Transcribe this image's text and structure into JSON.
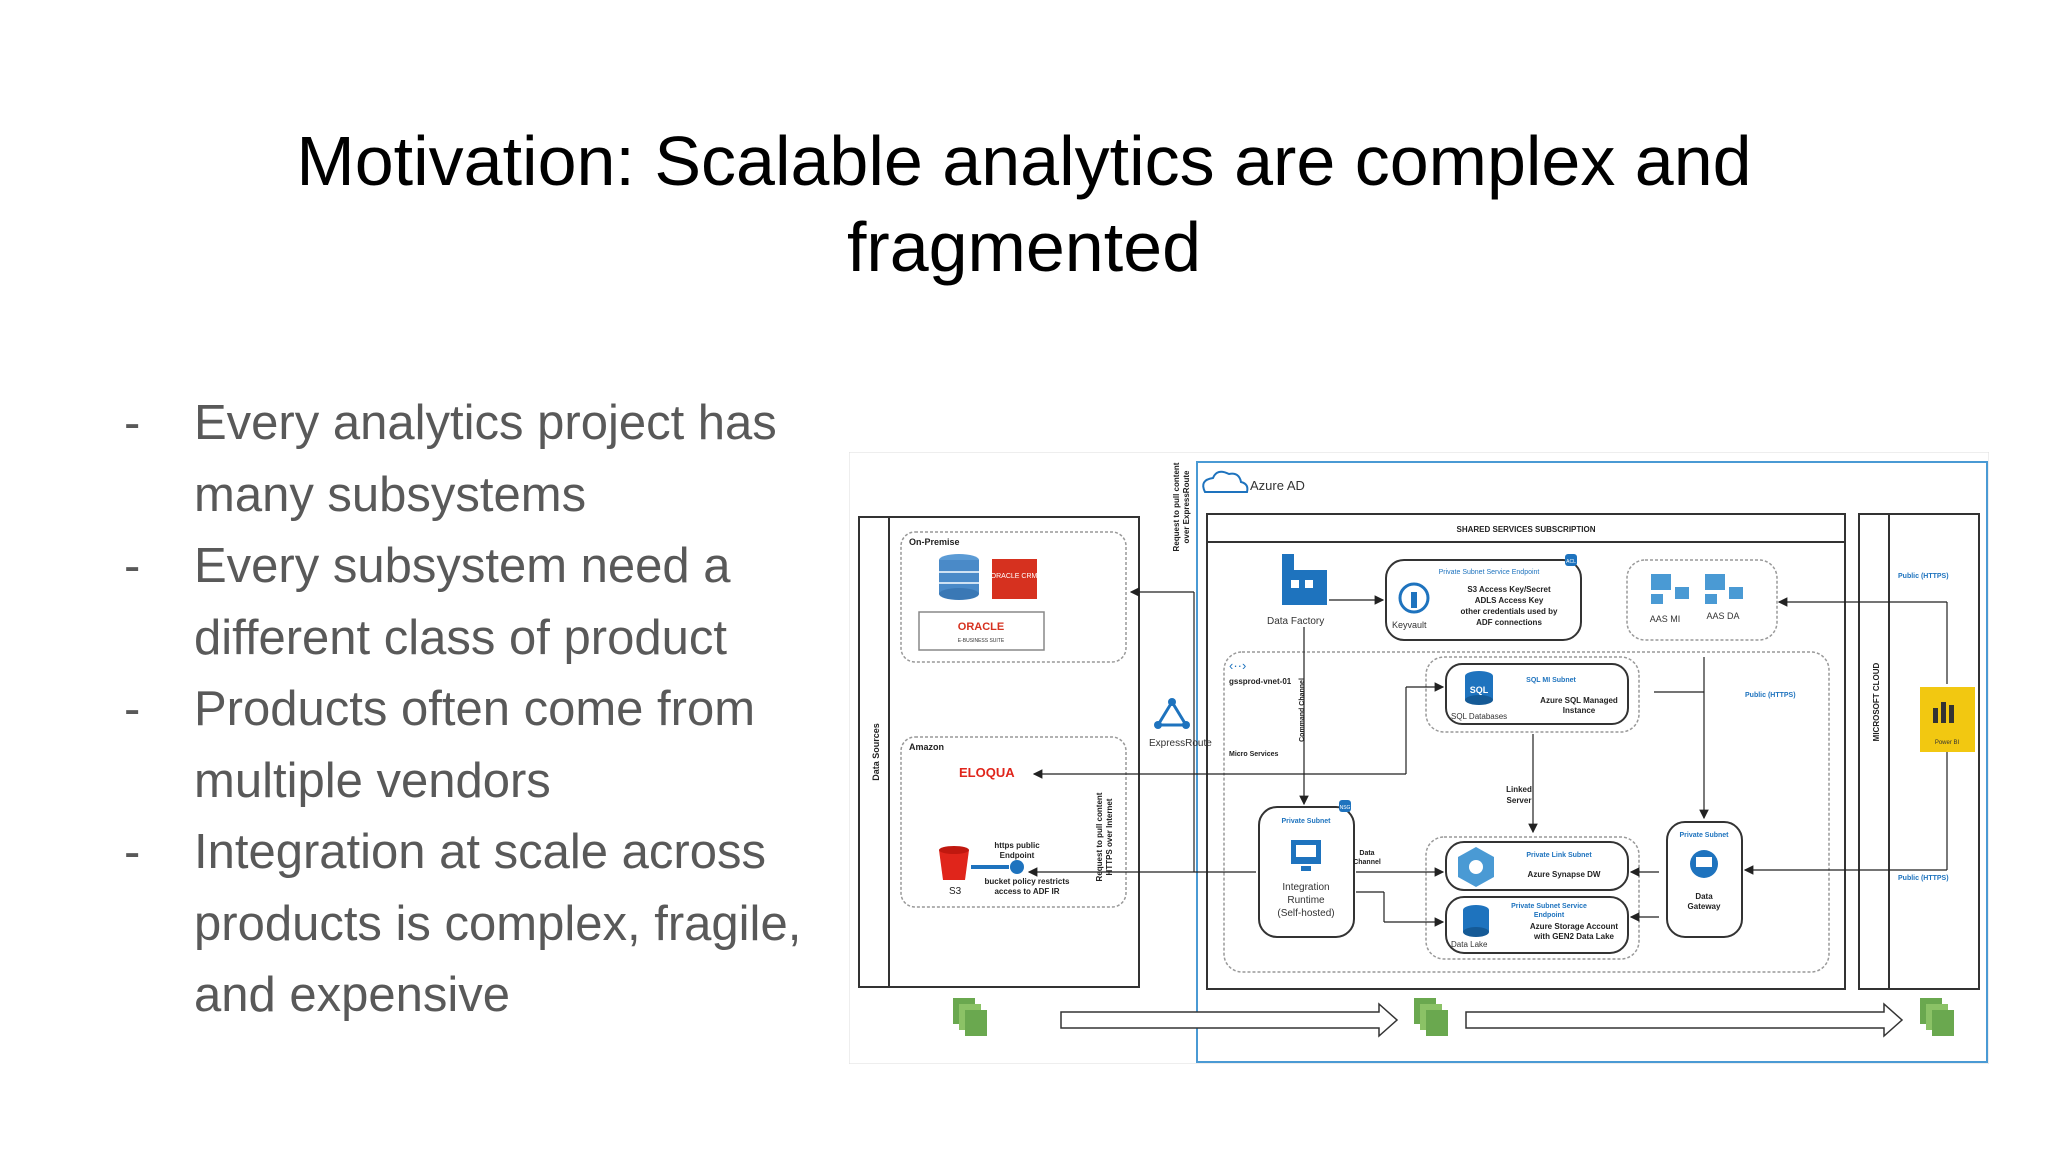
{
  "slide": {
    "title_line1": "Motivation: Scalable analytics are complex and",
    "title_line2": "fragmented",
    "bullets": [
      "Every analytics project has many subsystems",
      "Every subsystem need a different class of product",
      "Products often come from multiple vendors",
      "Integration at scale across products is complex, fragile, and expensive"
    ],
    "bullet_dash": "-"
  },
  "diagram": {
    "azure_ad": "Azure AD",
    "shared_services": "SHARED SERVICES SUBSCRIPTION",
    "data_sources": "Data Sources",
    "microsoft_cloud": "MICROSOFT CLOUD",
    "on_premise": "On-Premise",
    "oracle_crm": "ORACLE CRM",
    "oracle": "ORACLE",
    "ebs": "E-BUSINESS SUITE",
    "amazon": "Amazon",
    "eloqua": "ELOQUA",
    "s3": "S3",
    "https_endpoint": "https public Endpoint",
    "bucket_policy": "bucket policy restricts access to ADF IR",
    "request_express": "Request to pull content over ExpressRoute",
    "request_internet": "Request to pull content HTTPS over Internet",
    "expressroute": "ExpressRoute",
    "data_factory": "Data Factory",
    "keyvault": "Keyvault",
    "kv_endpoint": "Private Subnet Service Endpoint",
    "kv_desc": [
      "S3 Access Key/Secret",
      "ADLS Access Key",
      "other credentials used by",
      "ADF connections"
    ],
    "aas_mi": "AAS MI",
    "aas_da": "AAS DA",
    "public_https": "Public (HTTPS)",
    "vnet": "gssprod-vnet-01",
    "command_channel": "Command Channel",
    "micro_services": "Micro Services",
    "sql_icon": "SQL",
    "sql_mi_subnet": "SQL MI Subnet",
    "sql_managed": [
      "Azure SQL Managed",
      "Instance"
    ],
    "sql_databases": "SQL Databases",
    "linked_server": [
      "Linked",
      "Server"
    ],
    "private_subnet": "Private Subnet",
    "integration_runtime": [
      "Integration",
      "Runtime",
      "(Self-hosted)"
    ],
    "data_channel": [
      "Data",
      "Channel"
    ],
    "private_link_subnet": "Private Link Subnet",
    "synapse": "Azure Synapse DW",
    "storage_endpoint": [
      "Private Subnet Service",
      "Endpoint"
    ],
    "storage_desc": [
      "Azure Storage Account",
      "with GEN2 Data Lake"
    ],
    "data_lake": "Data Lake",
    "data_gateway": [
      "Data",
      "Gateway"
    ],
    "power_bi": "Power BI",
    "acl": "ACL",
    "nsg": "NSG",
    "colors": {
      "azure_blue": "#1e73be",
      "oracle_red": "#d6311f",
      "powerbi_yellow": "#f2c811",
      "doc_green": "#6aa84f",
      "eloqua_red": "#e0251b"
    }
  }
}
